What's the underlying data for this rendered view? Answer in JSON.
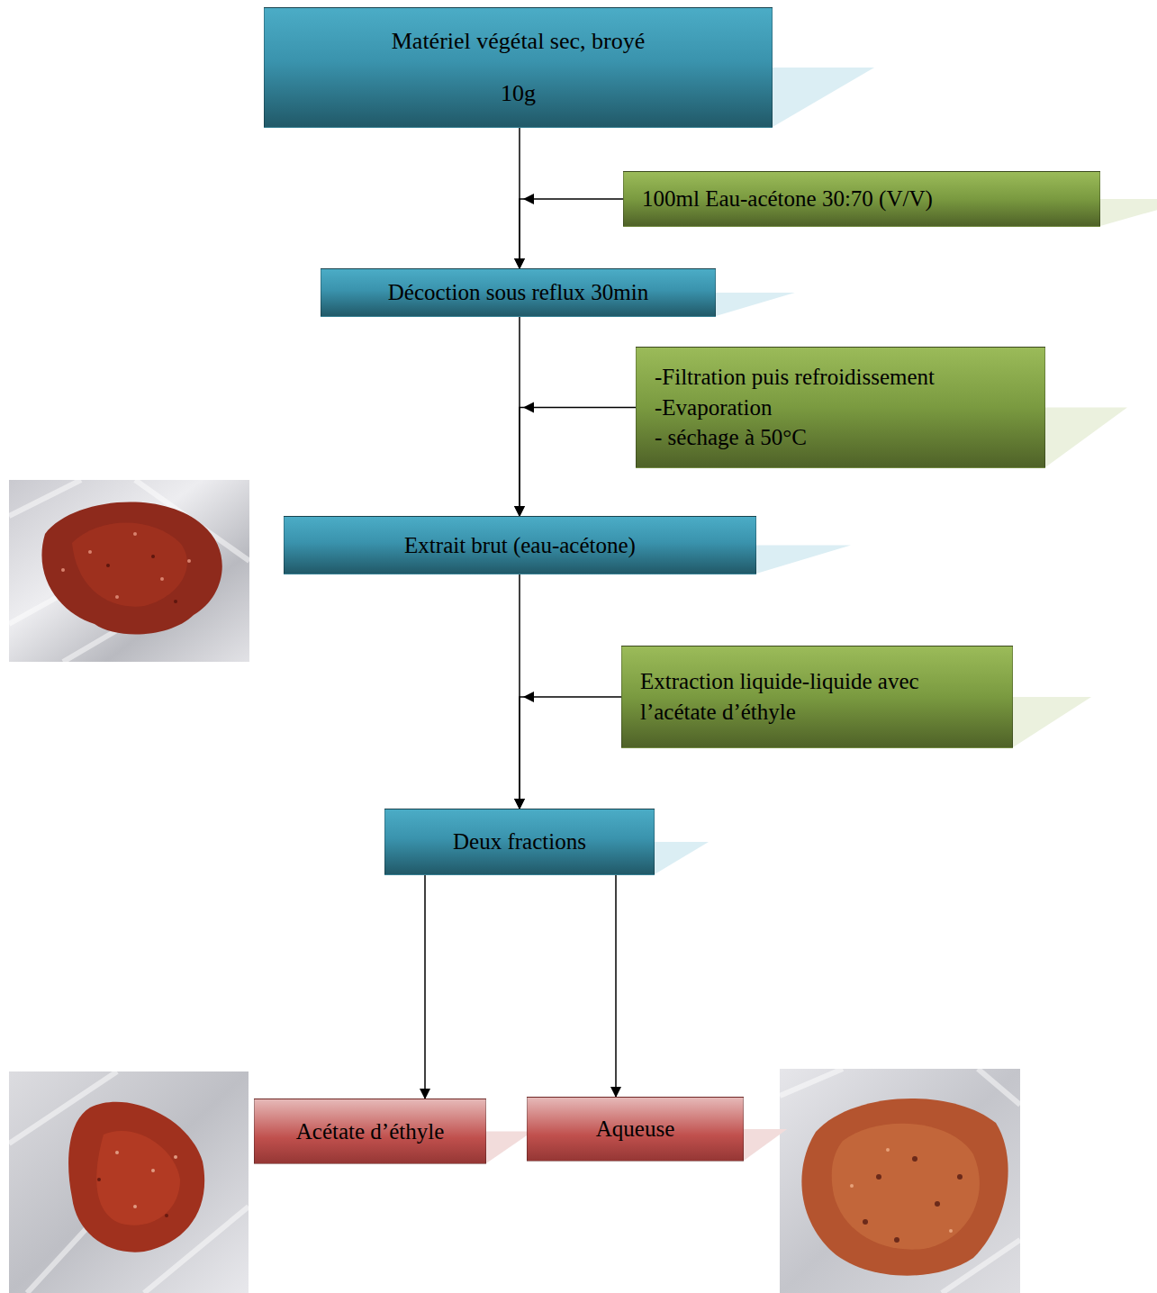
{
  "diagram": {
    "nodes": [
      {
        "text": [
          "Matériel végétal sec, broyé",
          "10g"
        ]
      },
      {
        "text": [
          "100ml  Eau-acétone 30:70 (V/V)"
        ]
      },
      {
        "text": [
          "Décoction sous reflux 30min"
        ]
      },
      {
        "text": [
          "-Filtration puis refroidissement",
          "-Evaporation",
          "- séchage à 50°C"
        ]
      },
      {
        "text": [
          "Extrait brut (eau-acétone)"
        ]
      },
      {
        "text": [
          "Extraction liquide-liquide avec l’acétate d’éthyle"
        ]
      },
      {
        "text": [
          "Deux fractions"
        ]
      },
      {
        "text": [
          "Acétate d’éthyle"
        ]
      },
      {
        "text": [
          "Aqueuse"
        ]
      }
    ],
    "edges": [
      {
        "from": 0,
        "to": 2,
        "arrow": "to"
      },
      {
        "from": 1,
        "to": 2,
        "arrow": "to"
      },
      {
        "from": 2,
        "to": 4,
        "arrow": "to"
      },
      {
        "from": 3,
        "to": 4,
        "arrow": "to"
      },
      {
        "from": 4,
        "to": 6,
        "arrow": "to"
      },
      {
        "from": 5,
        "to": 6,
        "arrow": "to"
      },
      {
        "from": 6,
        "to": 7,
        "arrow": "to"
      },
      {
        "from": 6,
        "to": 8,
        "arrow": "to"
      }
    ]
  }
}
